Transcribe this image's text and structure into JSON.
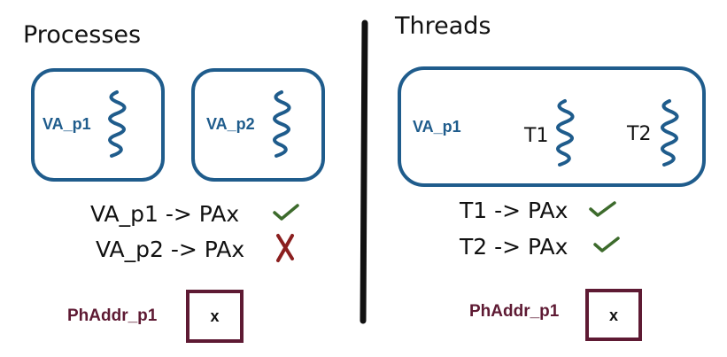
{
  "colors": {
    "ink": "#111111",
    "blue": "#1f5c8c",
    "maroon": "#5e1a33",
    "check": "#3d6b2c",
    "cross": "#8b1f1f"
  },
  "processes": {
    "heading": "Processes",
    "boxes": [
      {
        "label": "VA_p1",
        "icon": "squiggle-icon"
      },
      {
        "label": "VA_p2",
        "icon": "squiggle-icon"
      }
    ],
    "mappings": [
      {
        "text": "VA_p1 -> PAx",
        "mark": "check-icon"
      },
      {
        "text": "VA_p2 -> PAx",
        "mark": "cross-icon"
      }
    ],
    "physical": {
      "label": "PhAddr_p1",
      "cell": "x"
    }
  },
  "threads": {
    "heading": "Threads",
    "box": {
      "label": "VA_p1",
      "threads": [
        {
          "label": "T1",
          "icon": "squiggle-icon"
        },
        {
          "label": "T2",
          "icon": "squiggle-icon"
        }
      ]
    },
    "mappings": [
      {
        "text": "T1 -> PAx",
        "mark": "check-icon"
      },
      {
        "text": "T2 -> PAx",
        "mark": "check-icon"
      }
    ],
    "physical": {
      "label": "PhAddr_p1",
      "cell": "x"
    }
  }
}
